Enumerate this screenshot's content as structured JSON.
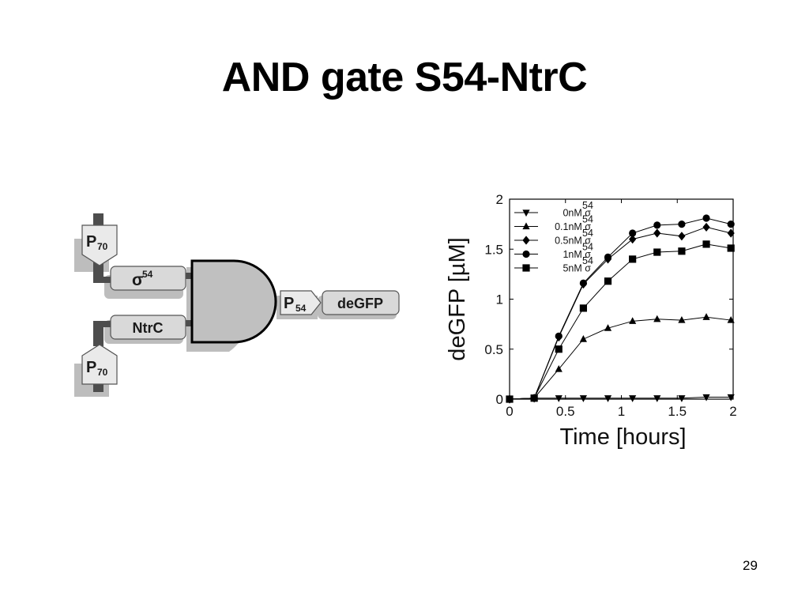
{
  "slide": {
    "title": "AND gate S54-NtrC",
    "page_number": "29"
  },
  "circuit": {
    "promoter_top": {
      "letter": "P",
      "subscript": "70"
    },
    "promoter_bottom": {
      "letter": "P",
      "subscript": "70"
    },
    "gene_sigma": {
      "symbol": "σ",
      "superscript": "54"
    },
    "gene_ntrc": "NtrC",
    "output_promoter": {
      "letter": "P",
      "subscript": "54"
    },
    "output_gene": "deGFP",
    "colors": {
      "gene_fill": "#d9d9d9",
      "gate_fill": "#c0c0c0",
      "shadow": "#bdbdbd",
      "wire": "#5a5a5a"
    }
  },
  "chart_data": {
    "type": "line",
    "xlabel": "Time [hours]",
    "ylabel": "deGFP [µM]",
    "xlim": [
      0,
      2
    ],
    "ylim": [
      0,
      2
    ],
    "xticks": [
      0,
      0.5,
      1,
      1.5,
      2
    ],
    "xtick_labels": [
      "0",
      "0.5",
      "1",
      "1.5",
      "2"
    ],
    "yticks": [
      0,
      0.5,
      1,
      1.5,
      2
    ],
    "ytick_labels": [
      "0",
      "0.5",
      "1",
      "1.5",
      "2"
    ],
    "grid": false,
    "legend_position": "top-left",
    "x": [
      0,
      0.22,
      0.44,
      0.66,
      0.88,
      1.1,
      1.32,
      1.54,
      1.76,
      1.98
    ],
    "series": [
      {
        "name": "0nM σ54",
        "label_main": "0nM σ",
        "label_sup": "54",
        "marker": "triangle-down",
        "values": [
          0,
          0.01,
          0.01,
          0.01,
          0.01,
          0.01,
          0.01,
          0.01,
          0.02,
          0.02
        ]
      },
      {
        "name": "0.1nM σ54",
        "label_main": "0.1nM σ",
        "label_sup": "54",
        "marker": "triangle-up",
        "values": [
          0,
          0.01,
          0.3,
          0.6,
          0.71,
          0.78,
          0.8,
          0.79,
          0.82,
          0.79
        ]
      },
      {
        "name": "0.5nM σ54",
        "label_main": "0.5nM σ",
        "label_sup": "54",
        "marker": "diamond",
        "values": [
          0,
          0.01,
          0.62,
          1.15,
          1.4,
          1.6,
          1.66,
          1.63,
          1.72,
          1.66
        ]
      },
      {
        "name": "1nM σ54",
        "label_main": "1nM σ",
        "label_sup": "54",
        "marker": "circle",
        "values": [
          0,
          0.01,
          0.63,
          1.16,
          1.42,
          1.66,
          1.74,
          1.75,
          1.81,
          1.75
        ]
      },
      {
        "name": "5nM σ54",
        "label_main": "5nM σ",
        "label_sup": "54",
        "marker": "square",
        "values": [
          0,
          0.01,
          0.5,
          0.91,
          1.18,
          1.4,
          1.47,
          1.48,
          1.55,
          1.51
        ]
      }
    ]
  }
}
